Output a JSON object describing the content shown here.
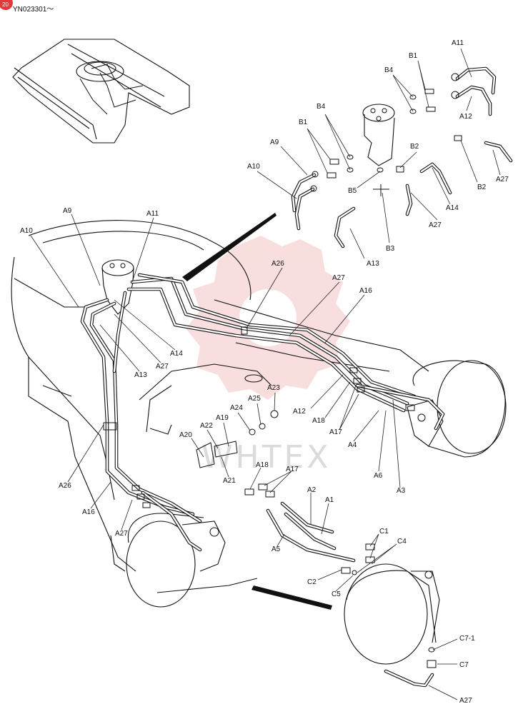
{
  "header": {
    "serial": "YN023301～",
    "badge": "20"
  },
  "watermark": "WHTEX",
  "labels": {
    "A11_top": "A11",
    "A12_top": "A12",
    "B1_top": "B1",
    "B4_top": "B4",
    "B4_mid": "B4",
    "B1_mid": "B1",
    "A9_top": "A9",
    "A10_top": "A10",
    "B2_a": "B2",
    "B2_b": "B2",
    "A27_top": "A27",
    "A14_top": "A14",
    "B5": "B5",
    "B3": "B3",
    "A13_top": "A13",
    "A27_mid": "A27",
    "A9_main": "A9",
    "A11_main": "A11",
    "A10_main": "A10",
    "A26_top": "A26",
    "A27_centre": "A27",
    "A16_centre": "A16",
    "A14_main": "A14",
    "A27_main": "A27",
    "A13_main": "A13",
    "A23": "A23",
    "A25": "A25",
    "A24": "A24",
    "A19": "A19",
    "A22": "A22",
    "A20": "A20",
    "A21": "A21",
    "A12_main": "A12",
    "A18_main": "A18",
    "A17_main": "A17",
    "A4": "A4",
    "A6": "A6",
    "A3": "A3",
    "A26_left": "A26",
    "A16_left": "A16",
    "A27_left": "A27",
    "A18_low": "A18",
    "A17_low": "A17",
    "A2": "A2",
    "A1": "A1",
    "C1": "C1",
    "C4": "C4",
    "A5": "A5",
    "C2": "C2",
    "C5": "C5",
    "C7_1": "C7-1",
    "C7": "C7",
    "A27_bottom": "A27"
  },
  "colors": {
    "line": "#111111",
    "badge": "#e23a3a",
    "watermark_gear": "#e88a8a"
  }
}
